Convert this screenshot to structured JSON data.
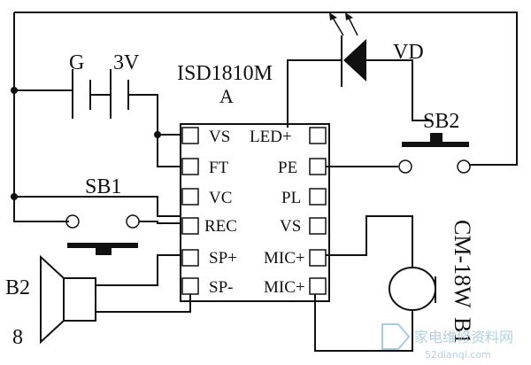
{
  "chip": {
    "name": "ISD1810M",
    "suffix": "A",
    "left_pins": [
      "VS",
      "FT",
      "VC",
      "REC",
      "SP+",
      "SP-"
    ],
    "right_pins": [
      "LED+",
      "PE",
      "PL",
      "VS",
      "MIC+",
      "MIC+"
    ]
  },
  "battery": {
    "ground_label": "G",
    "voltage_label": "3V"
  },
  "led": {
    "label": "VD"
  },
  "switches": {
    "sb1": "SB1",
    "sb2": "SB2"
  },
  "speaker": {
    "name": "B2",
    "impedance": "8"
  },
  "mic": {
    "model": "CM-18W",
    "name": "B1"
  },
  "watermark": {
    "cn": "家电维修资料网",
    "url": "52dianqi.com"
  }
}
